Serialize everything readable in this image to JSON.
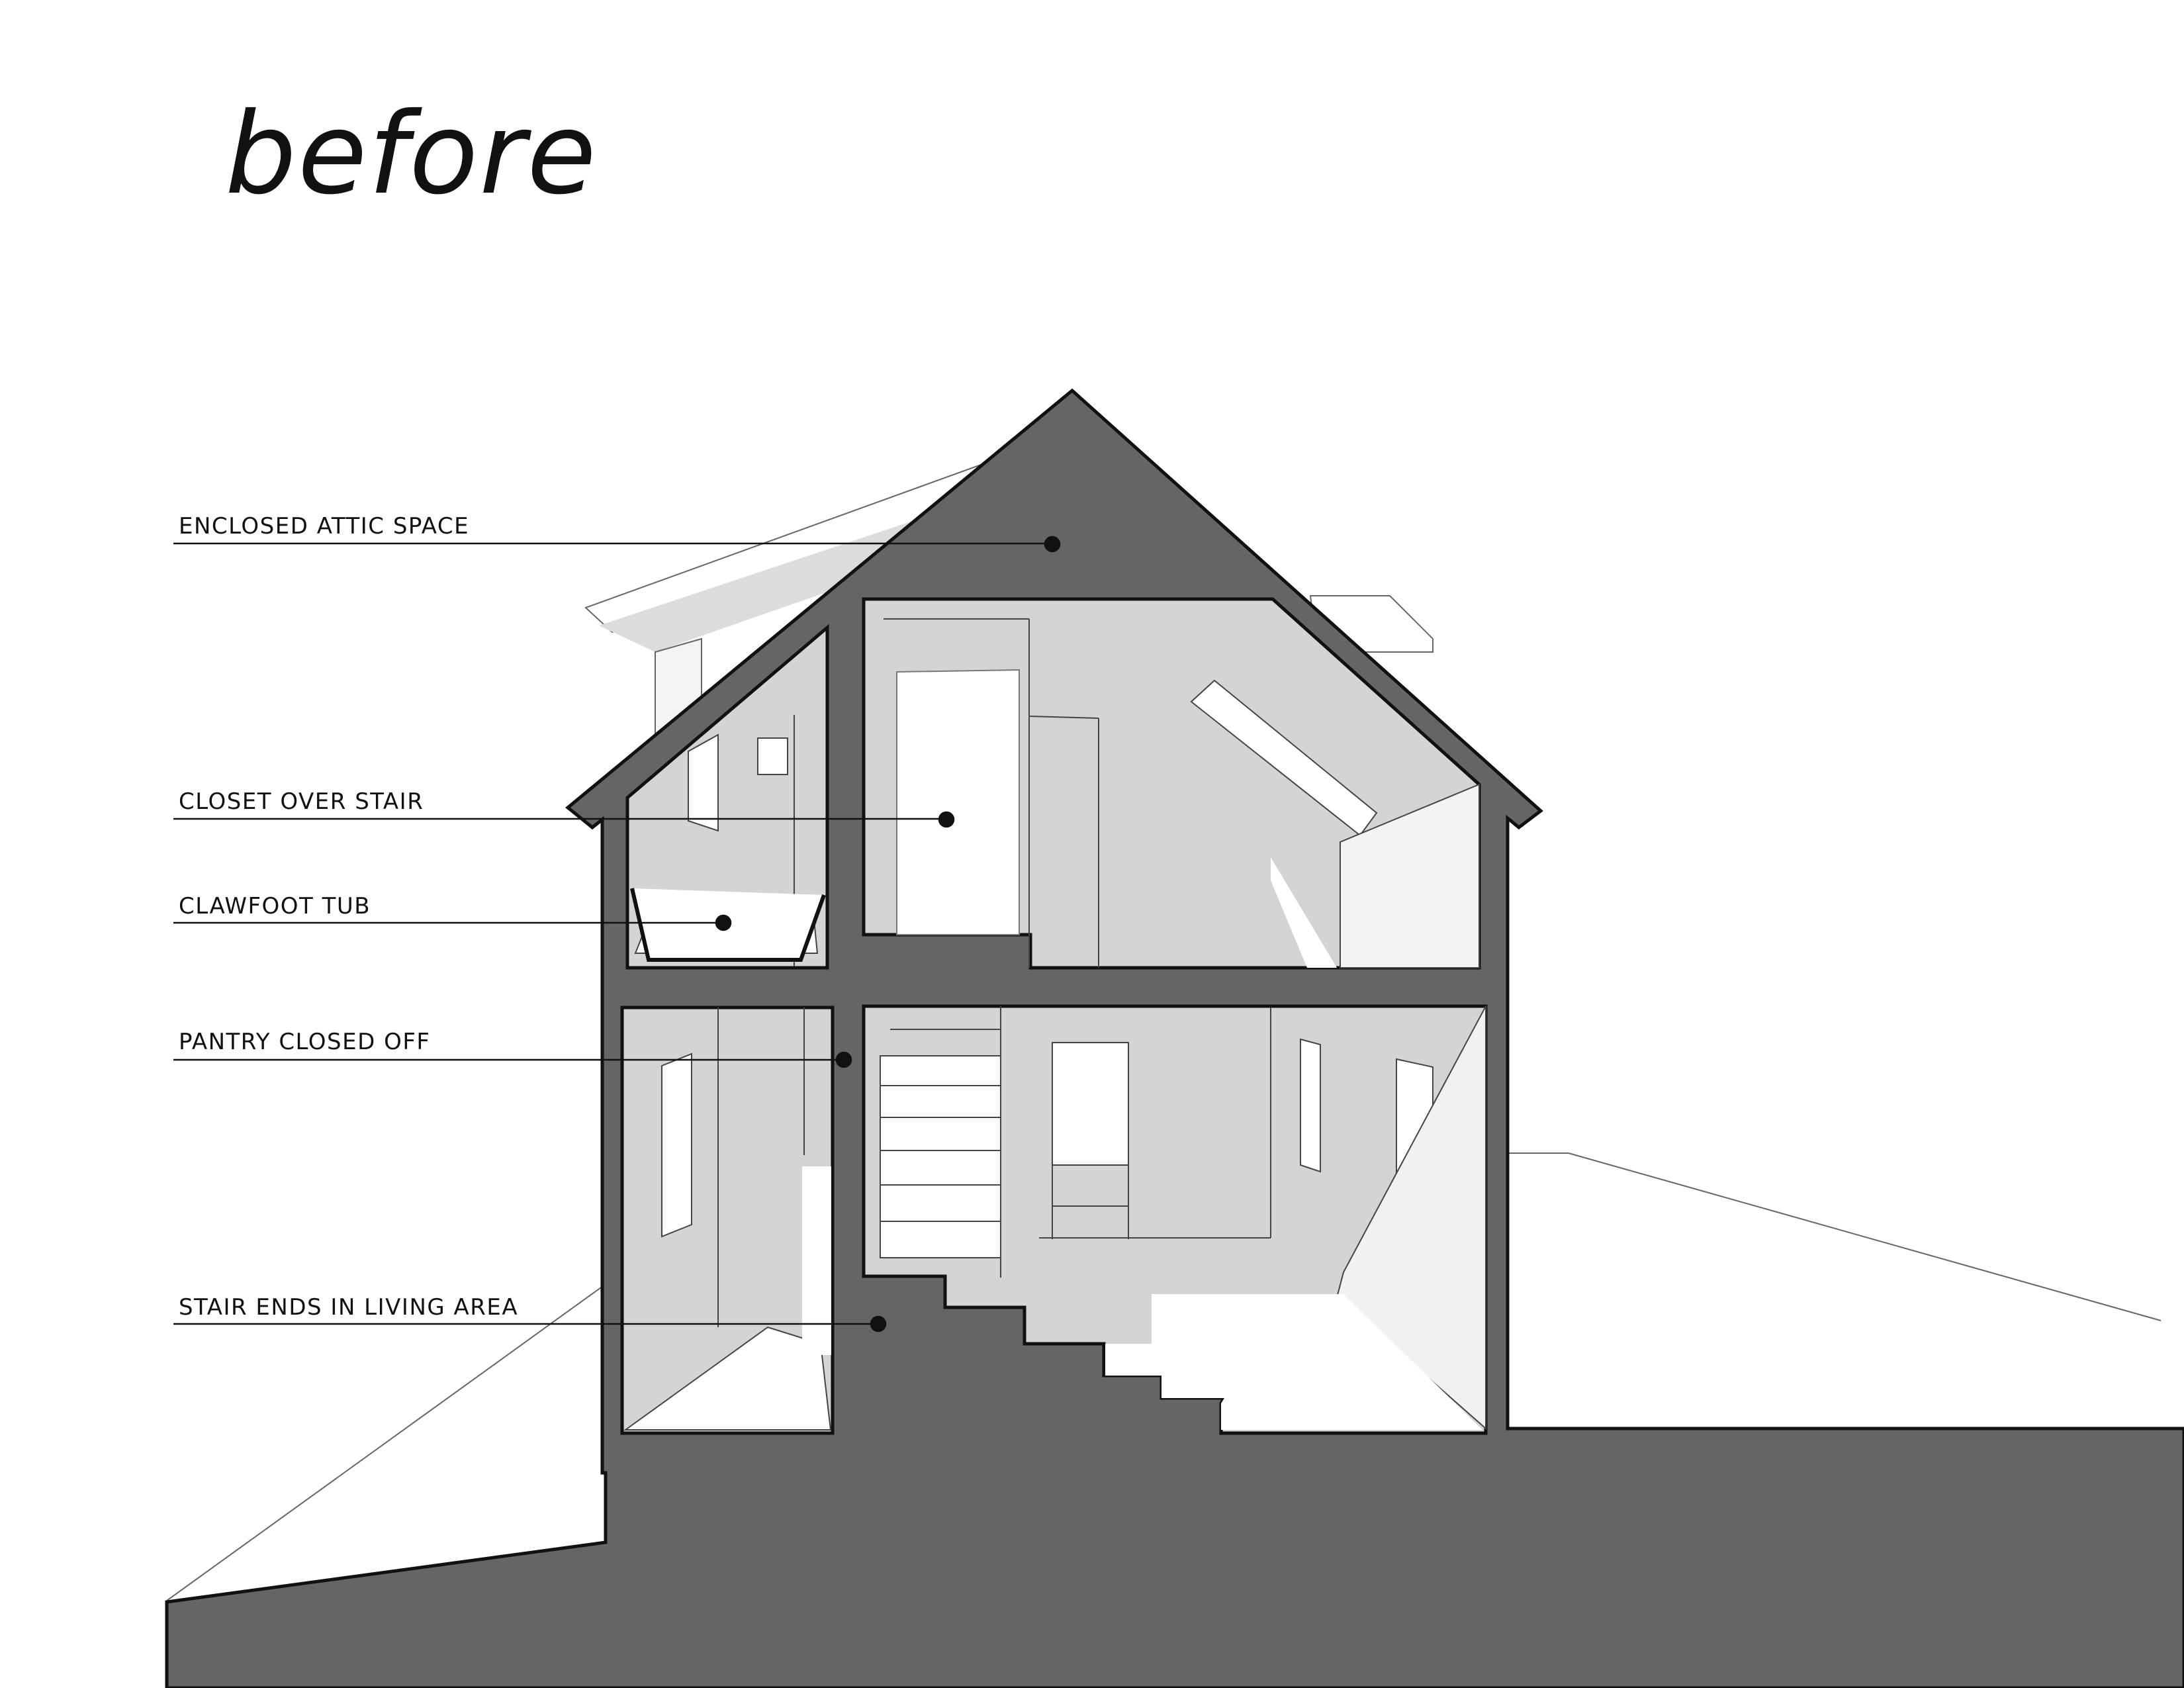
{
  "title": "before",
  "colors": {
    "section_cut": "#656565",
    "interior_wall": "#d3d3d3",
    "floor": "#ffffff",
    "outline": "#111111",
    "leader": "#111111"
  },
  "callouts": [
    {
      "id": "attic",
      "label": "ENCLOSED ATTIC SPACE"
    },
    {
      "id": "closet",
      "label": "CLOSET OVER STAIR"
    },
    {
      "id": "tub",
      "label": "CLAWFOOT TUB"
    },
    {
      "id": "pantry",
      "label": "PANTRY CLOSED OFF"
    },
    {
      "id": "stair",
      "label": "STAIR ENDS IN LIVING AREA"
    }
  ]
}
